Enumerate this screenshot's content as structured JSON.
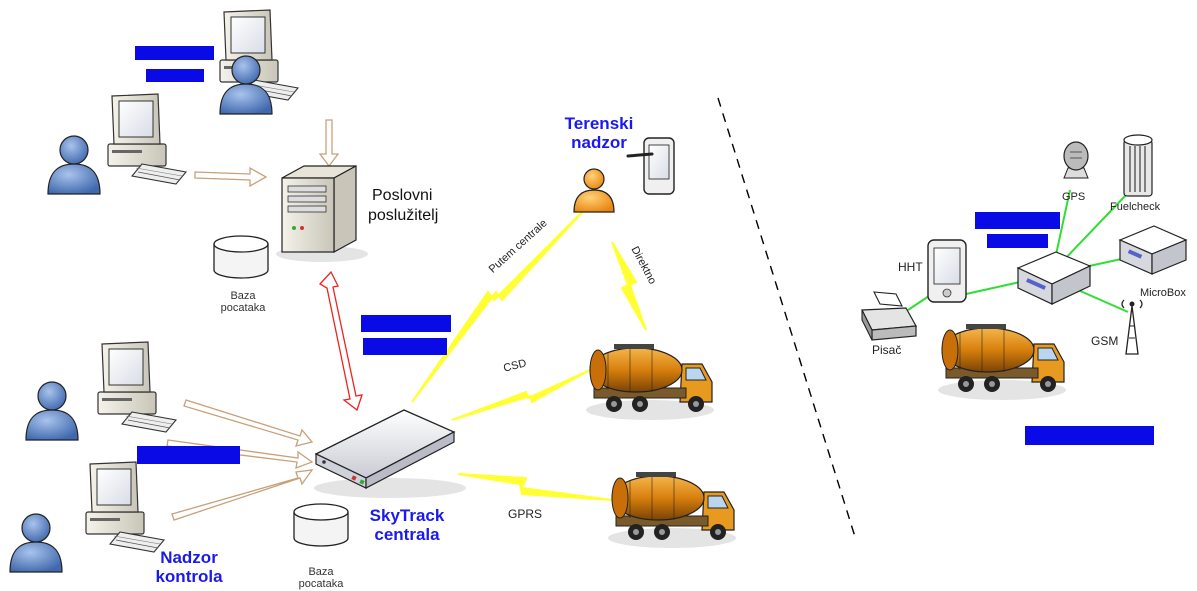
{
  "labels": {
    "server": [
      "Poslovni",
      "poslužitelj"
    ],
    "db_top": [
      "Baza",
      "pocataka"
    ],
    "db_bottom": [
      "Baza",
      "pocataka"
    ],
    "field": [
      "Terenski",
      "nadzor"
    ],
    "central": [
      "SkyTrack",
      "centrala"
    ],
    "control": [
      "Nadzor",
      "kontrola"
    ],
    "via_central": "Putem centrale",
    "direct": "Direktno",
    "csd": "CSD",
    "gprs": "GPRS",
    "hht": "HHT",
    "gps": "GPS",
    "fuelcheck": "Fuelcheck",
    "microbox": "MicroBox",
    "gsm": "GSM",
    "printer": "Pisač"
  },
  "colors": {
    "title_blue": "#1a1aee",
    "redaction_blue": "#0a0ae6",
    "link_yellow": "#ffff33",
    "link_green": "#33dd33",
    "arrow_red": "#ee2222",
    "arrow_tan": "#c8a07a",
    "person_blue": "#5a82c0",
    "person_orange": "#f39a1e",
    "truck_orange": "#e08a10"
  },
  "icons": [
    "computer-icon",
    "person-icon",
    "server-icon",
    "database-icon",
    "router-icon",
    "truck-icon",
    "pda-icon",
    "gps-icon",
    "fuelcheck-icon",
    "microbox-icon",
    "antenna-icon",
    "printer-icon"
  ]
}
